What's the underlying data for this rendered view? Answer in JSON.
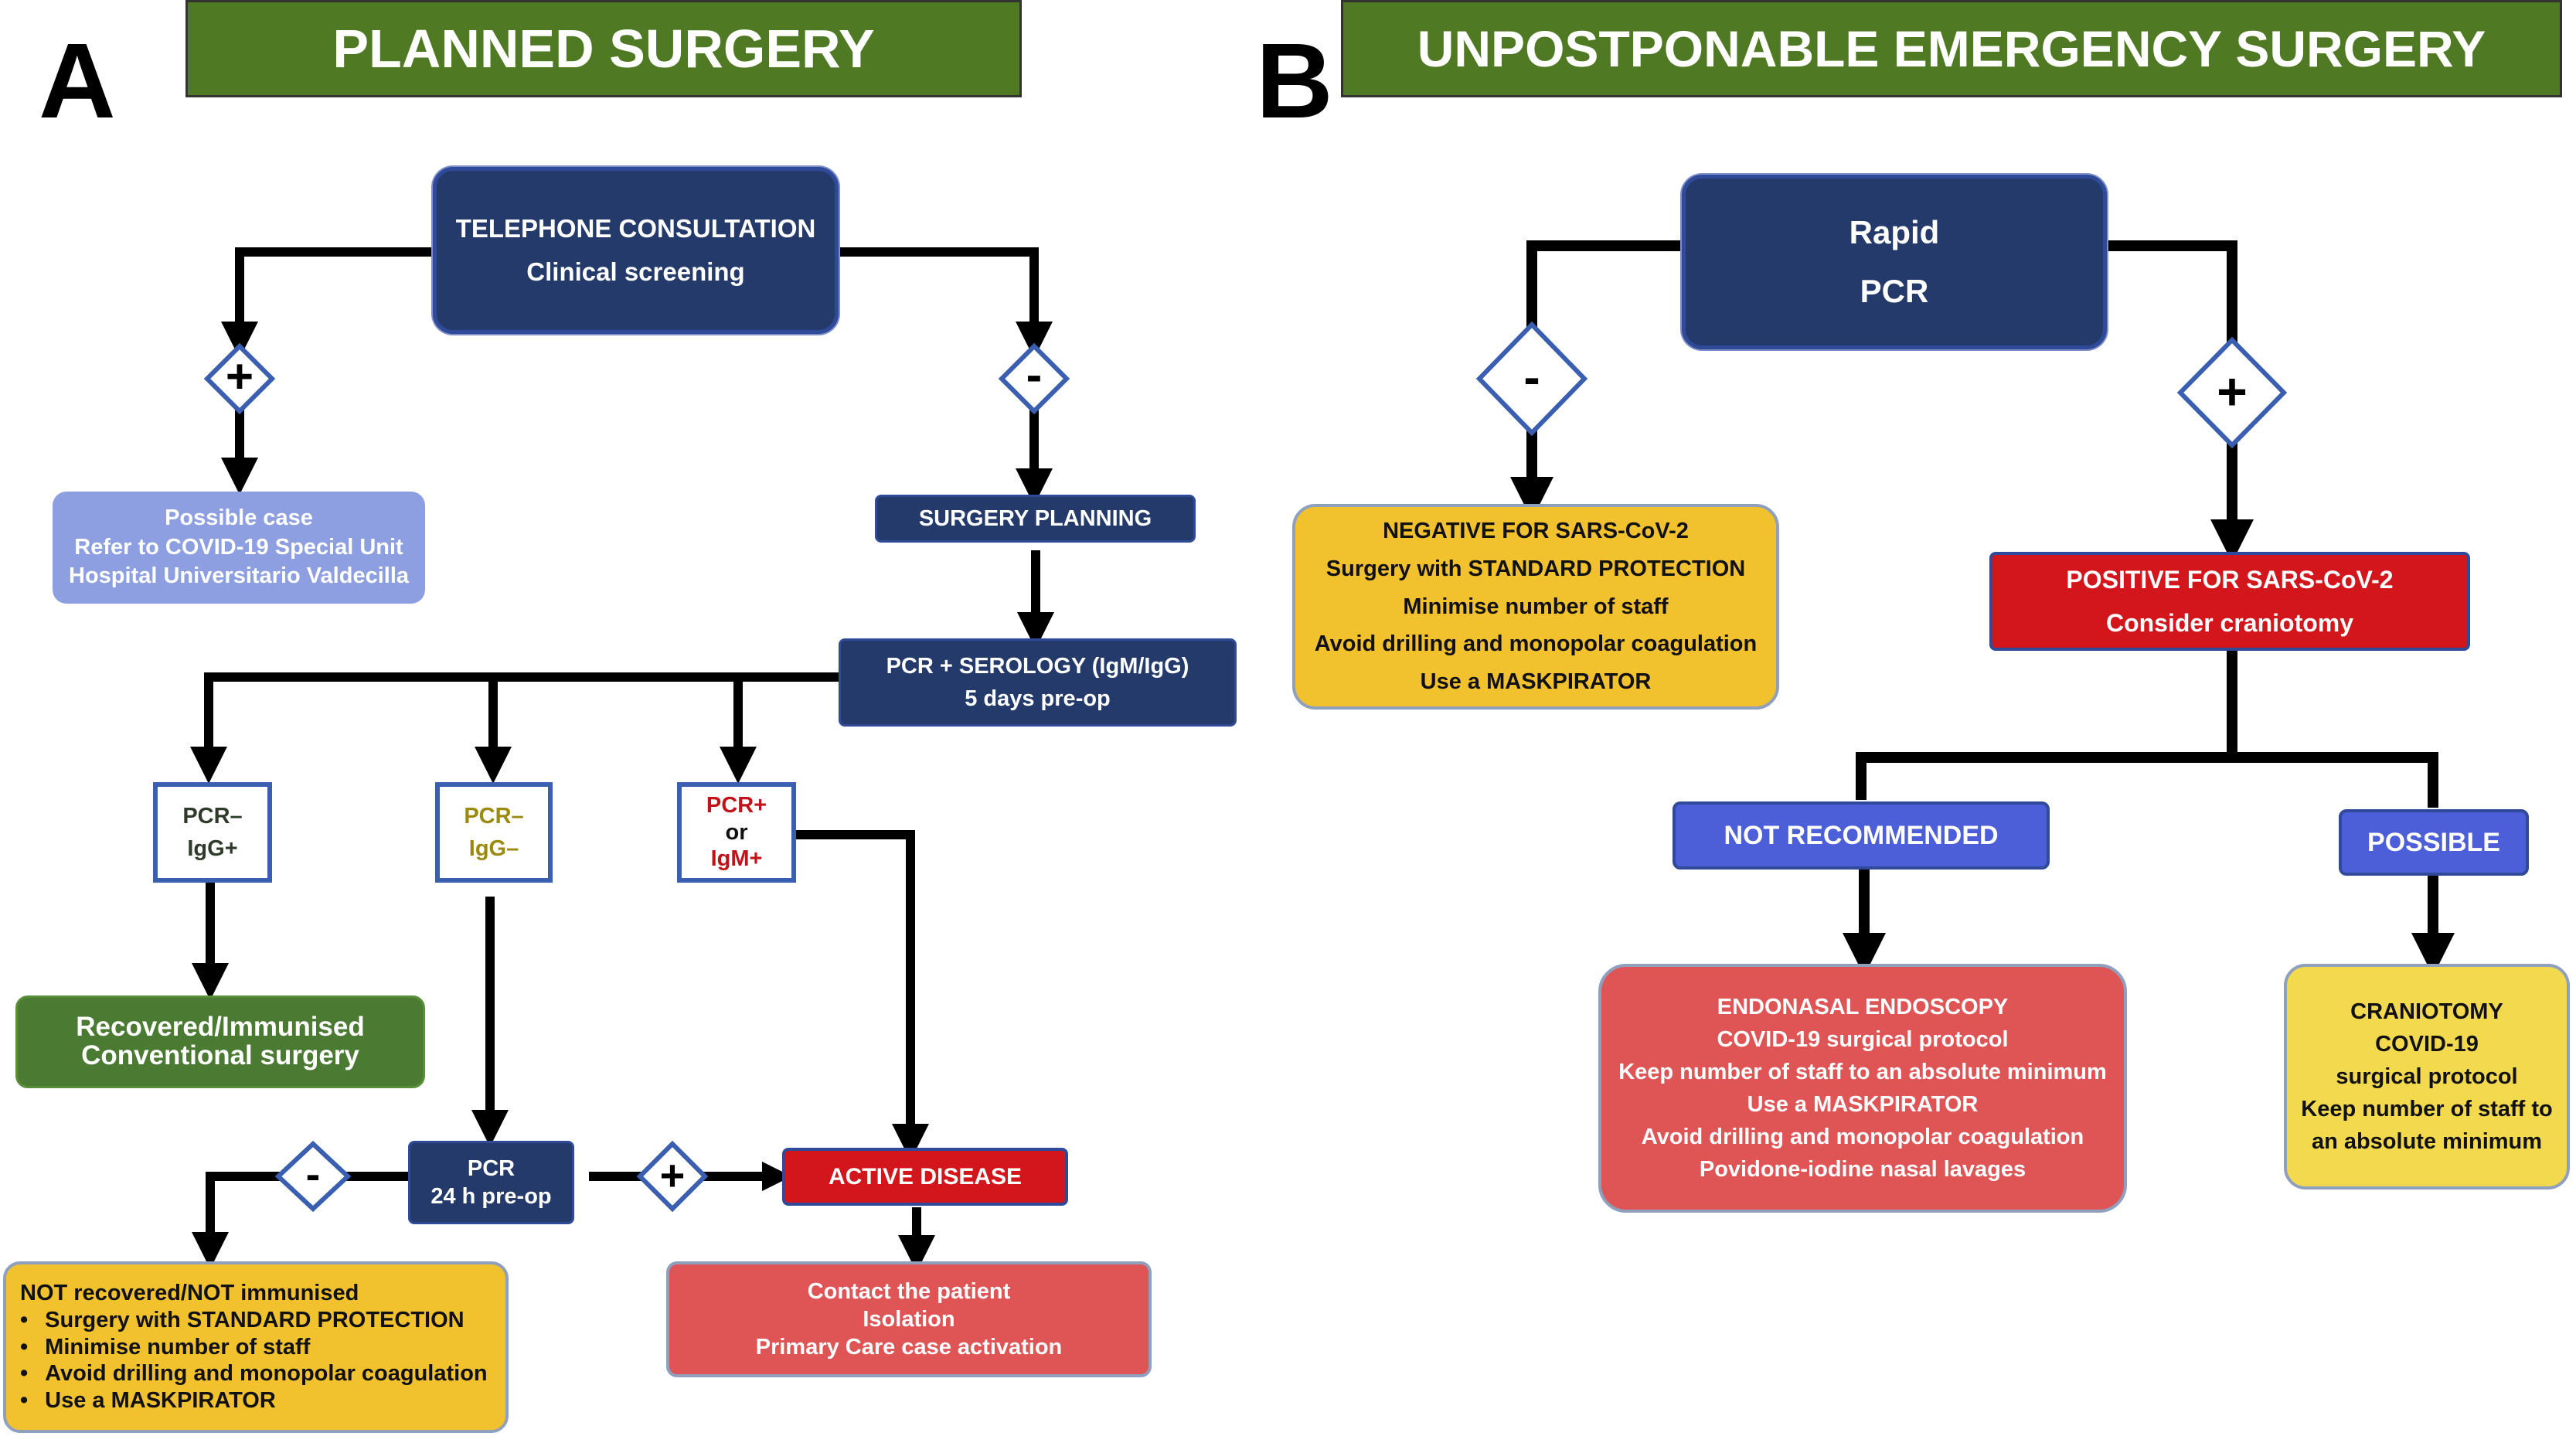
{
  "panel_a": {
    "letter": "A",
    "title": "PLANNED SURGERY",
    "telephone": {
      "line1": "TELEPHONE CONSULTATION",
      "line2": "Clinical screening"
    },
    "possible_case": {
      "line1": "Possible case",
      "line2": "Refer to COVID-19 Special Unit",
      "line3": "Hospital Universitario Valdecilla"
    },
    "surgery_planning": "SURGERY PLANNING",
    "pcr_serology": {
      "line1": "PCR + SEROLOGY (IgM/IgG)",
      "line2": "5 days pre-op"
    },
    "result1": {
      "line1": "PCR–",
      "line2": "IgG+"
    },
    "result2": {
      "line1": "PCR–",
      "line2": "IgG–"
    },
    "result3": {
      "line1": "PCR+",
      "line2": "or",
      "line3": "IgM+"
    },
    "recovered": {
      "line1": "Recovered/Immunised",
      "line2": "Conventional surgery"
    },
    "pcr_24h": {
      "line1": "PCR",
      "line2": "24 h pre-op"
    },
    "active_disease": "ACTIVE DISEASE",
    "contact": {
      "line1": "Contact the patient",
      "line2": "Isolation",
      "line3": "Primary Care case activation"
    },
    "not_recovered": {
      "title": "NOT recovered/NOT immunised",
      "items": [
        "Surgery with STANDARD PROTECTION",
        "Minimise number of staff",
        "Avoid drilling and monopolar coagulation",
        "Use a MASKPIRATOR"
      ]
    },
    "signs": {
      "plus": "+",
      "minus": "-"
    }
  },
  "panel_b": {
    "letter": "B",
    "title": "UNPOSTPONABLE EMERGENCY SURGERY",
    "rapid_pcr": {
      "line1": "Rapid",
      "line2": "PCR"
    },
    "negative": {
      "line1": "NEGATIVE FOR SARS-CoV-2",
      "line2": "Surgery with STANDARD PROTECTION",
      "line3": "Minimise number of staff",
      "line4": "Avoid drilling and monopolar coagulation",
      "line5": "Use a MASKPIRATOR"
    },
    "positive": {
      "line1": "POSITIVE FOR SARS-CoV-2",
      "line2": "Consider craniotomy"
    },
    "not_recommended": "NOT RECOMMENDED",
    "possible": "POSSIBLE",
    "endonasal": {
      "line1": "ENDONASAL ENDOSCOPY",
      "line2": "COVID-19 surgical protocol",
      "line3": "Keep number of staff to an absolute minimum",
      "line4": "Use a MASKPIRATOR",
      "line5": "Avoid drilling and monopolar coagulation",
      "line6": "Povidone-iodine nasal lavages"
    },
    "craniotomy": {
      "line1": "CRANIOTOMY",
      "line2": "COVID-19",
      "line3": "surgical protocol",
      "line4": "Keep number of staff to",
      "line5": "an absolute minimum"
    },
    "signs": {
      "plus": "+",
      "minus": "-"
    }
  },
  "colors": {
    "header_green": "#4f7a23",
    "navy": "#243a6b",
    "yellow": "#f2c12e",
    "red": "#d3161b",
    "pink_red": "#df5556",
    "light_blue": "#8d9fe0",
    "green": "#4b7a32",
    "blue_tag": "#4c5fd8",
    "olive_text": "#9a8a10",
    "red_text": "#c0141a"
  }
}
